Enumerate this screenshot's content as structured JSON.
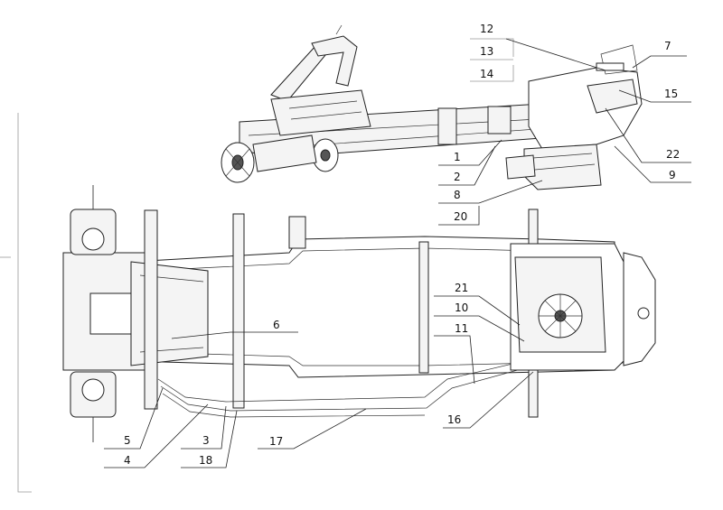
{
  "callouts": {
    "c1": "1",
    "c2": "2",
    "c3": "3",
    "c4": "4",
    "c5": "5",
    "c6": "6",
    "c7": "7",
    "c8": "8",
    "c9": "9",
    "c10": "10",
    "c11": "11",
    "c12": "12",
    "c13": "13",
    "c14": "14",
    "c15": "15",
    "c16": "16",
    "c17": "17",
    "c18": "18",
    "c20": "20",
    "c21": "21",
    "c22": "22"
  },
  "colors": {
    "line": "#222222",
    "light_line": "#999999",
    "fill": "#f4f4f4"
  }
}
